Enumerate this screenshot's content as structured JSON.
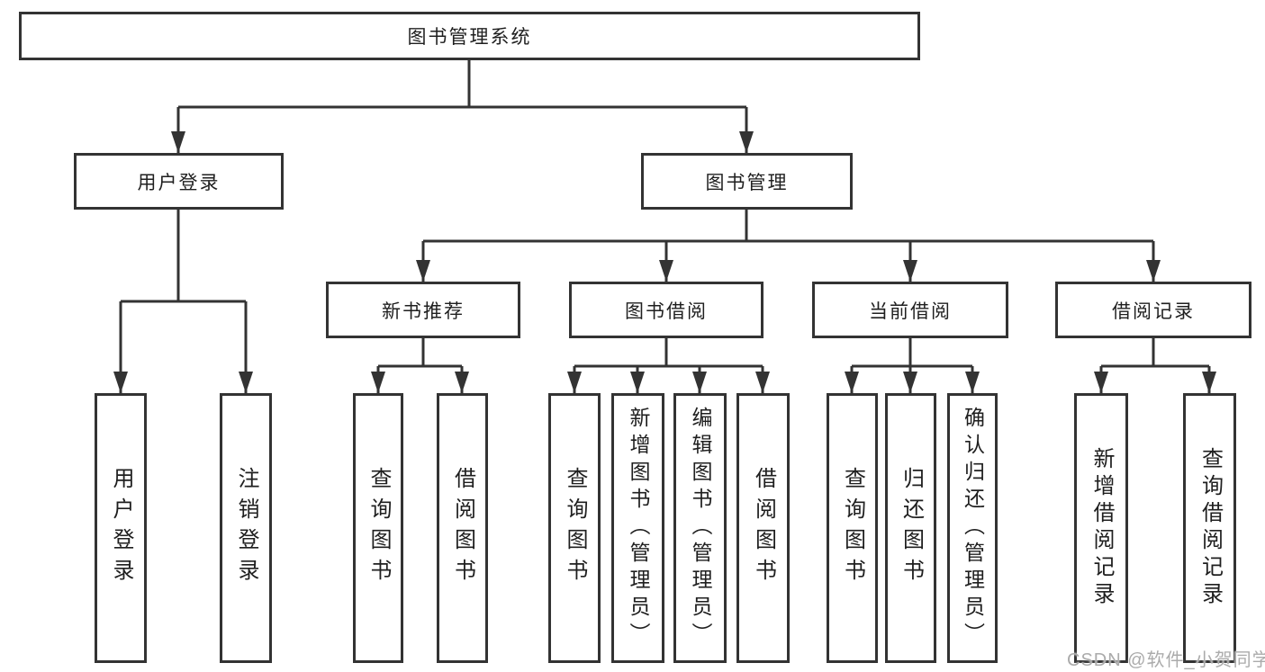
{
  "diagram": {
    "root": {
      "label": "图书管理系统"
    },
    "level2": [
      {
        "label": "用户登录"
      },
      {
        "label": "图书管理"
      }
    ],
    "level3": [
      {
        "label": "新书推荐",
        "parent": "图书管理"
      },
      {
        "label": "图书借阅",
        "parent": "图书管理"
      },
      {
        "label": "当前借阅",
        "parent": "图书管理"
      },
      {
        "label": "借阅记录",
        "parent": "图书管理"
      }
    ],
    "leaves": [
      {
        "label": "用户登录",
        "parent": "用户登录"
      },
      {
        "label": "注销登录",
        "parent": "用户登录"
      },
      {
        "label": "查询图书",
        "parent": "新书推荐"
      },
      {
        "label": "借阅图书",
        "parent": "新书推荐"
      },
      {
        "label": "查询图书",
        "parent": "图书借阅"
      },
      {
        "label": "新增图书（管理员）",
        "parent": "图书借阅"
      },
      {
        "label": "编辑图书（管理员）",
        "parent": "图书借阅"
      },
      {
        "label": "借阅图书",
        "parent": "图书借阅"
      },
      {
        "label": "查询图书",
        "parent": "当前借阅"
      },
      {
        "label": "归还图书",
        "parent": "当前借阅"
      },
      {
        "label": "确认归还（管理员）",
        "parent": "当前借阅"
      },
      {
        "label": "新增借阅记录",
        "parent": "借阅记录"
      },
      {
        "label": "查询借阅记录",
        "parent": "借阅记录"
      }
    ],
    "colors": {
      "line": "#333333",
      "box_background": "#ffffff",
      "text": "#1f1f1f",
      "watermark": "#ababab"
    },
    "watermark": {
      "text": "CSDN @软件_小贺同学"
    }
  }
}
